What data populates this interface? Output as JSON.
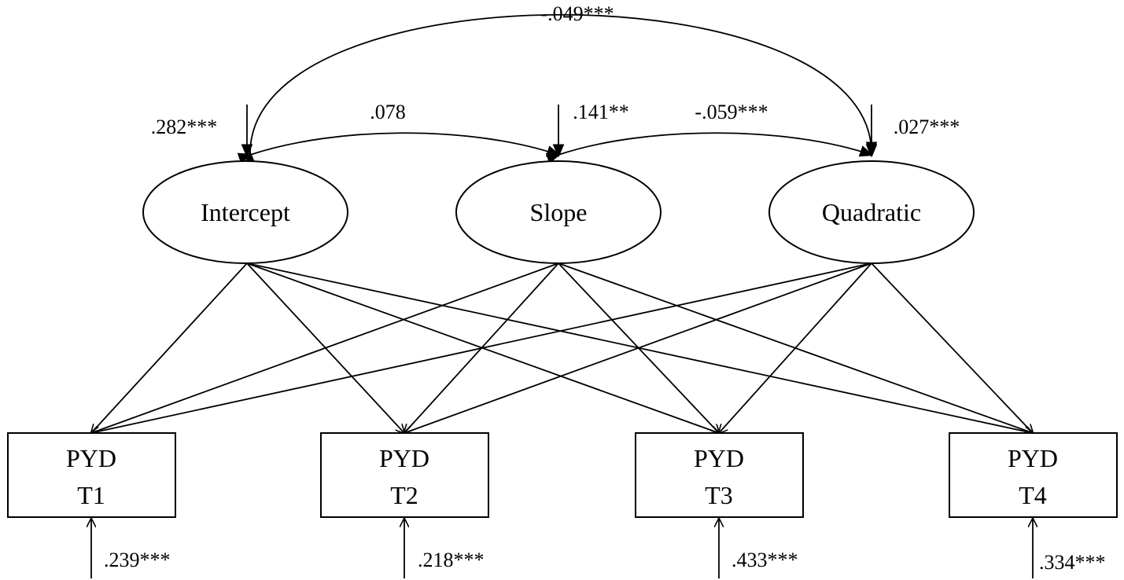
{
  "latent_factors": [
    {
      "id": "intercept",
      "label": "Intercept",
      "variance": ".282***"
    },
    {
      "id": "slope",
      "label": "Slope",
      "variance": ".141**"
    },
    {
      "id": "quadratic",
      "label": "Quadratic",
      "variance": ".027***"
    }
  ],
  "covariances": [
    {
      "from": "intercept",
      "to": "quadratic",
      "value": "-.049***"
    },
    {
      "from": "intercept",
      "to": "slope",
      "value": ".078"
    },
    {
      "from": "slope",
      "to": "quadratic",
      "value": "-.059***"
    }
  ],
  "observed": [
    {
      "id": "t1",
      "line1": "PYD",
      "line2": "T1",
      "residual": ".239***"
    },
    {
      "id": "t2",
      "line1": "PYD",
      "line2": "T2",
      "residual": ".218***"
    },
    {
      "id": "t3",
      "line1": "PYD",
      "line2": "T3",
      "residual": ".433***"
    },
    {
      "id": "t4",
      "line1": "PYD",
      "line2": "T4",
      "residual": ".334***"
    }
  ],
  "loadings": [
    {
      "from": "intercept",
      "to": "t1"
    },
    {
      "from": "intercept",
      "to": "t2"
    },
    {
      "from": "intercept",
      "to": "t3"
    },
    {
      "from": "intercept",
      "to": "t4"
    },
    {
      "from": "slope",
      "to": "t1"
    },
    {
      "from": "slope",
      "to": "t2"
    },
    {
      "from": "slope",
      "to": "t3"
    },
    {
      "from": "slope",
      "to": "t4"
    },
    {
      "from": "quadratic",
      "to": "t1"
    },
    {
      "from": "quadratic",
      "to": "t2"
    },
    {
      "from": "quadratic",
      "to": "t3"
    },
    {
      "from": "quadratic",
      "to": "t4"
    }
  ]
}
